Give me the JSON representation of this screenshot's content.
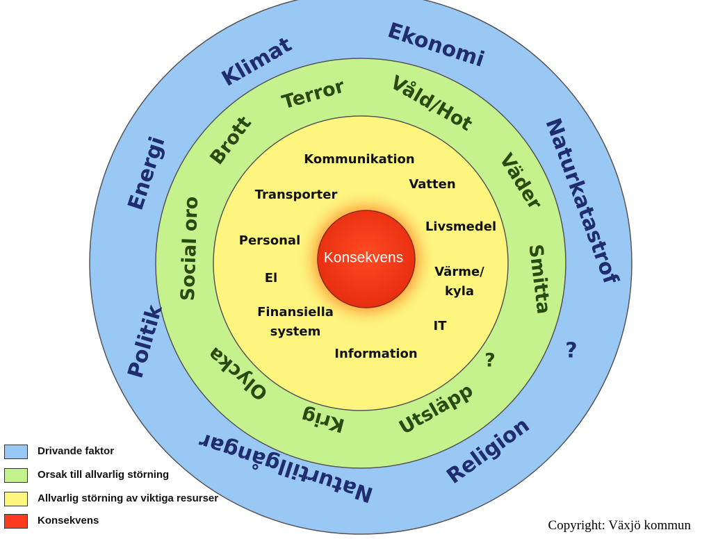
{
  "colors": {
    "drivande": "#99c8f5",
    "orsak": "#c6f28e",
    "storning": "#fdf57e",
    "konsekvens": "#ff3b1f",
    "outer_text": "#1f2c6e",
    "middle_text": "#2b4a12"
  },
  "core": {
    "label": "Konsekvens"
  },
  "outer_ring": {
    "labels": [
      "Ekonomi",
      "Naturkatastrof",
      "?",
      "Religion",
      "Naturtillgångar",
      "Politik",
      "Energi",
      "Klimat"
    ]
  },
  "middle_ring": {
    "labels": [
      "Våld/Hot",
      "Väder",
      "Smitta",
      "?",
      "Utsläpp",
      "Krig",
      "Olycka",
      "Social oro",
      "Brott",
      "Terror"
    ]
  },
  "inner_ring": {
    "labels": [
      "Kommunikation",
      "Vatten",
      "Livsmedel",
      "Värme/",
      "kyla",
      "IT",
      "Information",
      "Finansiella",
      "system",
      "El",
      "Personal",
      "Transporter"
    ]
  },
  "legend": [
    {
      "label": "Drivande faktor",
      "color": "#99c8f5"
    },
    {
      "label": "Orsak till allvarlig störning",
      "color": "#c6f28e"
    },
    {
      "label": "Allvarlig störning av viktiga resurser",
      "color": "#fdf57e"
    },
    {
      "label": "Konsekvens",
      "color": "#ff3b1f"
    }
  ],
  "copyright": "Copyright: Växjö kommun"
}
